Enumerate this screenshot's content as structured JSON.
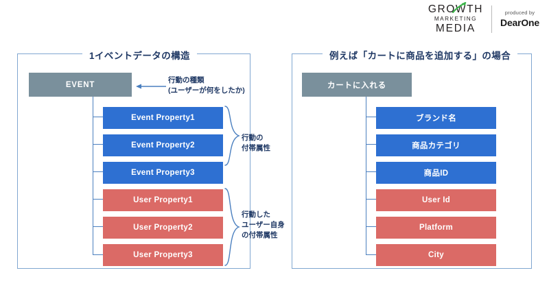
{
  "brand": {
    "logo_line1": "GROWTH",
    "logo_line2": "MARKETING",
    "logo_line3": "MEDIA",
    "produced_by": "produced by",
    "partner": "DearOne",
    "accent_green": "#3cb44a",
    "logo_color": "#231f20"
  },
  "colors": {
    "panel_border": "#7fa6d0",
    "connector": "#4a7fbf",
    "gray_box": "#7a909c",
    "blue_box": "#2e70d2",
    "red_box": "#db6a66",
    "title_text": "#1f3864",
    "background": "#ffffff"
  },
  "left_panel": {
    "title": "1イベントデータの構造",
    "root_box": "EVENT",
    "annotations": {
      "root": "行動の種類\n(ユーザーが何をしたか)",
      "event_properties": "行動の\n付帯属性",
      "user_properties": "行動した\nユーザー自身\nの付帯属性"
    },
    "event_properties": [
      "Event Property1",
      "Event Property2",
      "Event Property3"
    ],
    "user_properties": [
      "User Property1",
      "User Property2",
      "User Property3"
    ]
  },
  "right_panel": {
    "title": "例えば「カートに商品を追加する」の場合",
    "root_box": "カートに入れる",
    "event_properties": [
      "ブランド名",
      "商品カテゴリ",
      "商品ID"
    ],
    "user_properties": [
      "User Id",
      "Platform",
      "City"
    ]
  }
}
